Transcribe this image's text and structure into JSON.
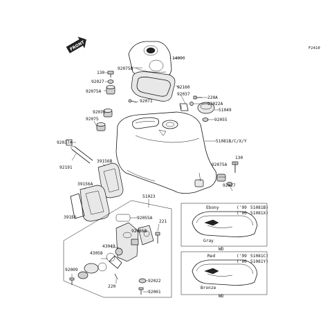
{
  "diagram_code": "F2410",
  "front_marker": "FRONT",
  "labels": {
    "p14090": "14090",
    "p92075B": "92075B",
    "p130a": "130",
    "p92027a": "92027",
    "p92075A": "92075A",
    "p92160": "92160",
    "p92037a": "92037",
    "p92071": "92071",
    "p220A": "220A",
    "p92022A": "92022A",
    "p51049": "51049",
    "p92075": "92075",
    "p92075b2": "92075",
    "p92055": "92055",
    "p51081": "51081B/C/X/Y",
    "p92037A": "92037A",
    "p92191": "92191",
    "p39156B": "39156B",
    "p92075A2": "92075A",
    "p130b": "130",
    "p92027b": "92027",
    "p39156A": "39156A",
    "p39156": "39156",
    "p51023": "51023",
    "p92055A": "92055A",
    "p221": "221",
    "p92055B": "92055B",
    "p43049": "43049",
    "p43058": "43058",
    "p92009": "92009",
    "p220": "220",
    "p92022": "92022",
    "p92001": "92001"
  },
  "color_boxes": [
    {
      "color_name": "Ebony",
      "paint": "Gray",
      "years": [
        "('99",
        "('00"
      ],
      "parts": [
        "51081B)",
        "51081X)"
      ],
      "mark": "WD"
    },
    {
      "color_name": "Red",
      "paint": "Bronze",
      "years": [
        "('99",
        "('00"
      ],
      "parts": [
        "51081C)",
        "51081Y)"
      ],
      "mark": "WD"
    }
  ]
}
